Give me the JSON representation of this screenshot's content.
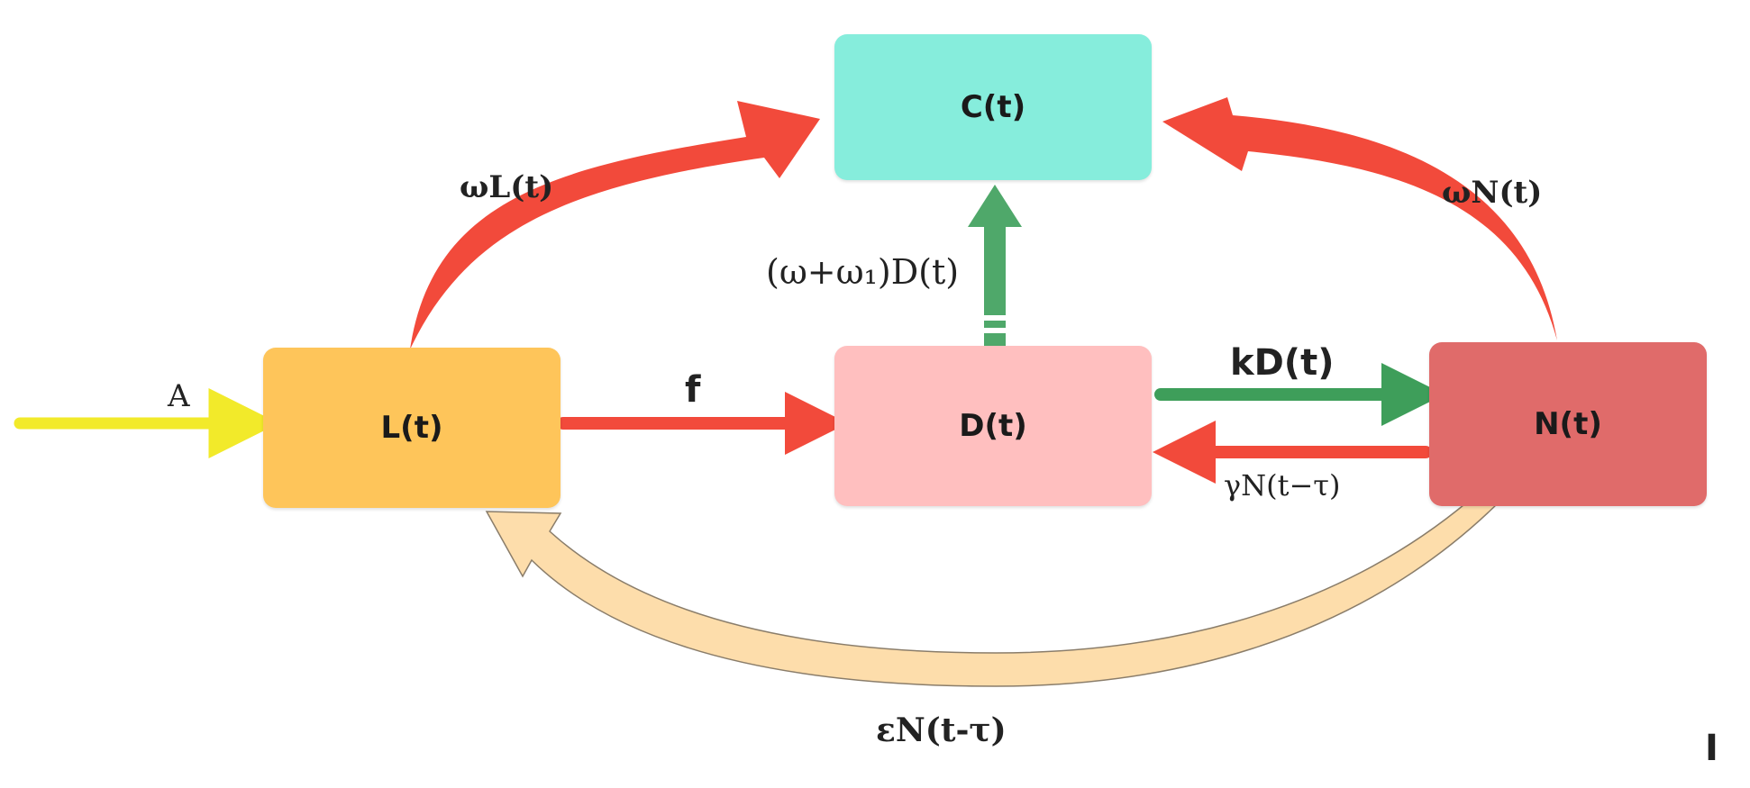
{
  "nodes": {
    "L": {
      "label": "L(t)",
      "color": "#FEC55A"
    },
    "D": {
      "label": "D(t)",
      "color": "#FFBFBF"
    },
    "N": {
      "label": "N(t)",
      "color": "#E06B6A"
    },
    "C": {
      "label": "C(t)",
      "color": "#86EDDC"
    }
  },
  "edges": {
    "input_A": {
      "label": "A",
      "color": "#F2EA2A"
    },
    "L_to_D": {
      "label": "f",
      "color": "#F24A3B"
    },
    "D_to_N": {
      "label": "kD(t)",
      "color": "#3E9E5A"
    },
    "N_to_D": {
      "label": "γN(t−τ)",
      "color": "#F24A3B"
    },
    "D_to_C": {
      "label": "(ω+ω₁)D(t)",
      "color": "#4FA86A"
    },
    "L_to_C": {
      "label": "ωL(t)",
      "color": "#F24A3B"
    },
    "N_to_C": {
      "label": "ωN(t)",
      "color": "#F24A3B"
    },
    "N_to_L": {
      "label": "εN(t-τ)",
      "color": "#FDDDAB"
    }
  }
}
